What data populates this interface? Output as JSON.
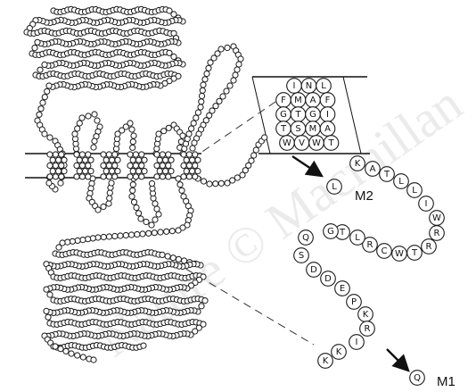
{
  "labels": {
    "m2": "M2",
    "m1": "M1"
  },
  "watermark": "Nature © Macmillan",
  "helix_rows": [
    [
      "I",
      "N",
      "L"
    ],
    [
      "F",
      "M",
      "A",
      "F"
    ],
    [
      "G",
      "T",
      "G",
      "I"
    ],
    [
      "T",
      "S",
      "M",
      "A"
    ],
    [
      "W",
      "V",
      "W",
      "T"
    ]
  ],
  "m2_residue": "L",
  "m1_residue": "Q",
  "chain_residues": [
    "K",
    "A",
    "T",
    "L",
    "L",
    "I",
    "W",
    "R",
    "R",
    "T",
    "W",
    "C",
    "R",
    "L",
    "T",
    "G",
    "Q",
    "S",
    "D",
    "D",
    "E",
    "P",
    "K",
    "R",
    "I",
    "K",
    "K"
  ]
}
